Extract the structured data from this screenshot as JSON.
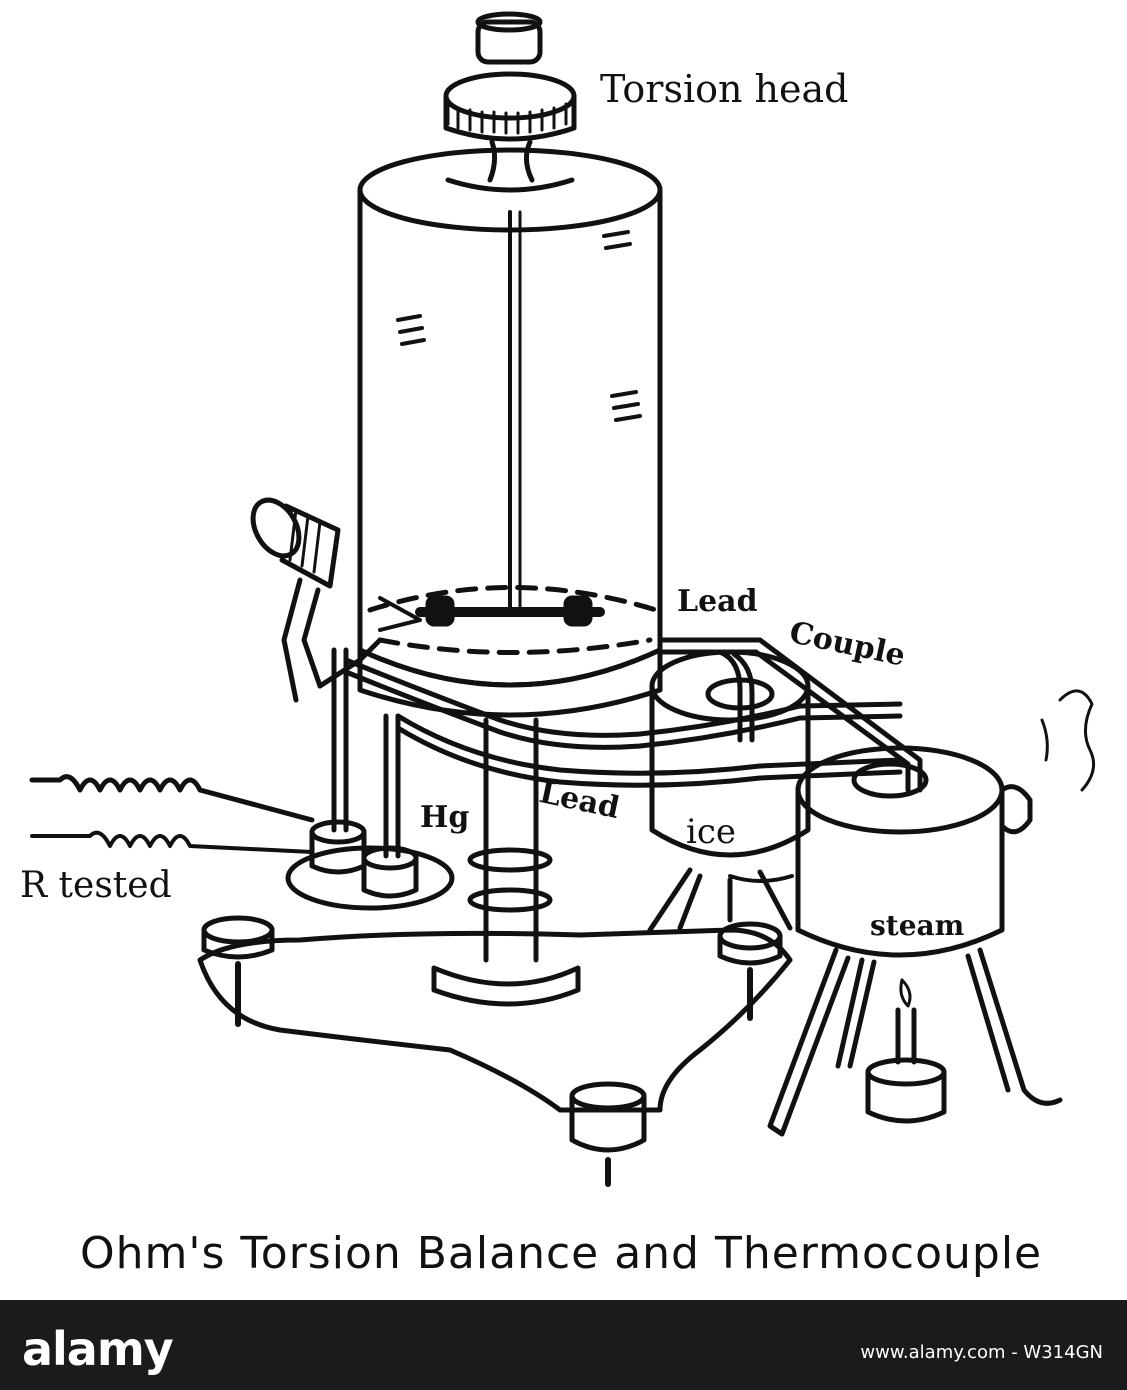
{
  "labels": {
    "torsion_head": "Torsion head",
    "lead_top": "Lead",
    "couple": "Couple",
    "lead_mid": "Lead",
    "hg": "Hg",
    "ice": "ice",
    "steam": "steam",
    "r_tested": "R tested"
  },
  "caption": "Ohm's Torsion Balance and Thermocouple",
  "footer": {
    "logo": "alamy",
    "image_id": "www.alamy.com - W314GN"
  },
  "colors": {
    "ink": "#111111",
    "background": "#ffffff",
    "footer_bar": "#1b1a1c"
  }
}
